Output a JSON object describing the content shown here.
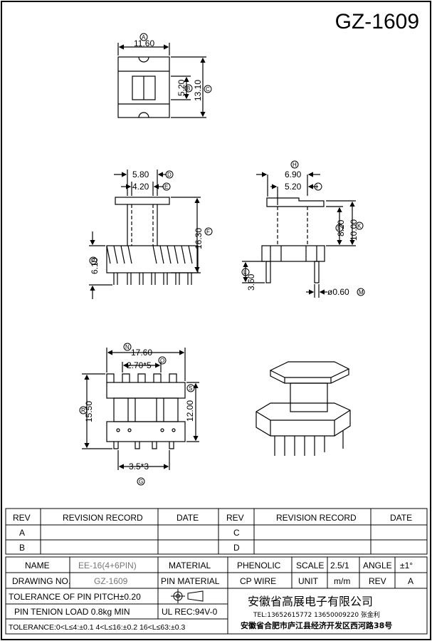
{
  "part_number": "GZ-1609",
  "top_view": {
    "width": "11.60",
    "width_tag": "A",
    "inner": "5.20",
    "inner_tag": "B",
    "height": "13.10",
    "height_tag": "C"
  },
  "front_view": {
    "top": "5.80",
    "top_tag": "D",
    "mid": "4.20",
    "mid_tag": "E",
    "height": "16.30",
    "height_tag": "F",
    "base": "6.10",
    "base_tag": "P"
  },
  "side_view": {
    "top": "6.90",
    "top_tag": "H",
    "mid": "5.20",
    "mid_tag": "I",
    "h1": "8.20",
    "h1_tag": "J",
    "h2": "10.00",
    "h2_tag": "K",
    "pin_len": "3.60",
    "pin_len_tag": "L",
    "pin_dia": "ø0.60",
    "pin_dia_tag": "M"
  },
  "bottom_view": {
    "width": "17.60",
    "width_tag": "N",
    "pitch": "2.70*5",
    "pitch_tag": "O",
    "height": "15.50",
    "height_tag": "R",
    "inner": "12.00",
    "inner_tag": "S",
    "row": "3.5*3",
    "row_tag": "G"
  },
  "revision_table": {
    "headers": [
      "REV",
      "REVISION RECORD",
      "DATE",
      "REV",
      "REVISION RECORD",
      "DATE"
    ],
    "rows": [
      [
        "A",
        "",
        "",
        "C",
        "",
        ""
      ],
      [
        "B",
        "",
        "",
        "D",
        "",
        ""
      ]
    ]
  },
  "title_block": {
    "name_label": "NAME",
    "name_value": "EE-16(4+6PIN)",
    "material_label": "MATERIAL",
    "material_value": "PHENOLIC",
    "scale_label": "SCALE",
    "scale_value": "2.5/1",
    "angle_label": "ANGLE",
    "angle_value": "±1°",
    "drawing_label": "DRAWING NO.",
    "drawing_value": "GZ-1609",
    "pin_material_label": "PIN MATERIAL",
    "pin_material_value": "CP WIRE",
    "unit_label": "UNIT",
    "unit_value": "m/m",
    "rev_label": "REV",
    "rev_value": "A",
    "tolerance_pitch": "TOLERANCE OF PIN PITCH±0.20",
    "pin_tension": "PIN TENION LOAD 0.8kg MIN",
    "ul": "UL REC:94V-0",
    "tolerance_full": "TOLERANCE:0<L≤4:±0.1  4<L≤16:±0.2  16<L≤63:±0.3",
    "company": "安徽省高展电子有限公司",
    "tel": "TEL:13652615772  13650009220 张金利",
    "address": "安徽省合肥市庐江县经济开发区西河路38号"
  }
}
